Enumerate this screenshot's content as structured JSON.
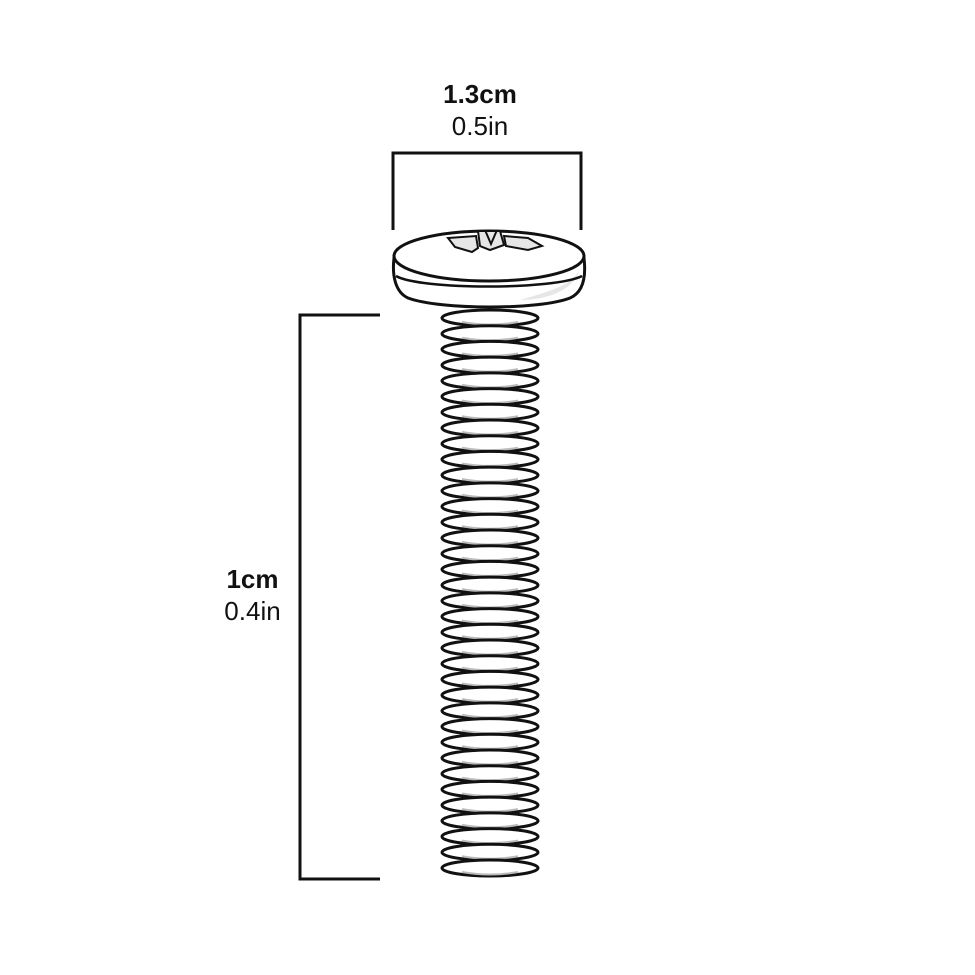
{
  "diagram": {
    "subject": "pan head machine screw (pozidriv)",
    "colors": {
      "stroke": "#111111",
      "fill": "#ffffff",
      "shade": "#e6e6e6"
    },
    "head_width": {
      "metric": "1.3cm",
      "imperial": "0.5in"
    },
    "length": {
      "metric": "1cm",
      "imperial": "0.4in"
    },
    "thread_count": 36
  }
}
